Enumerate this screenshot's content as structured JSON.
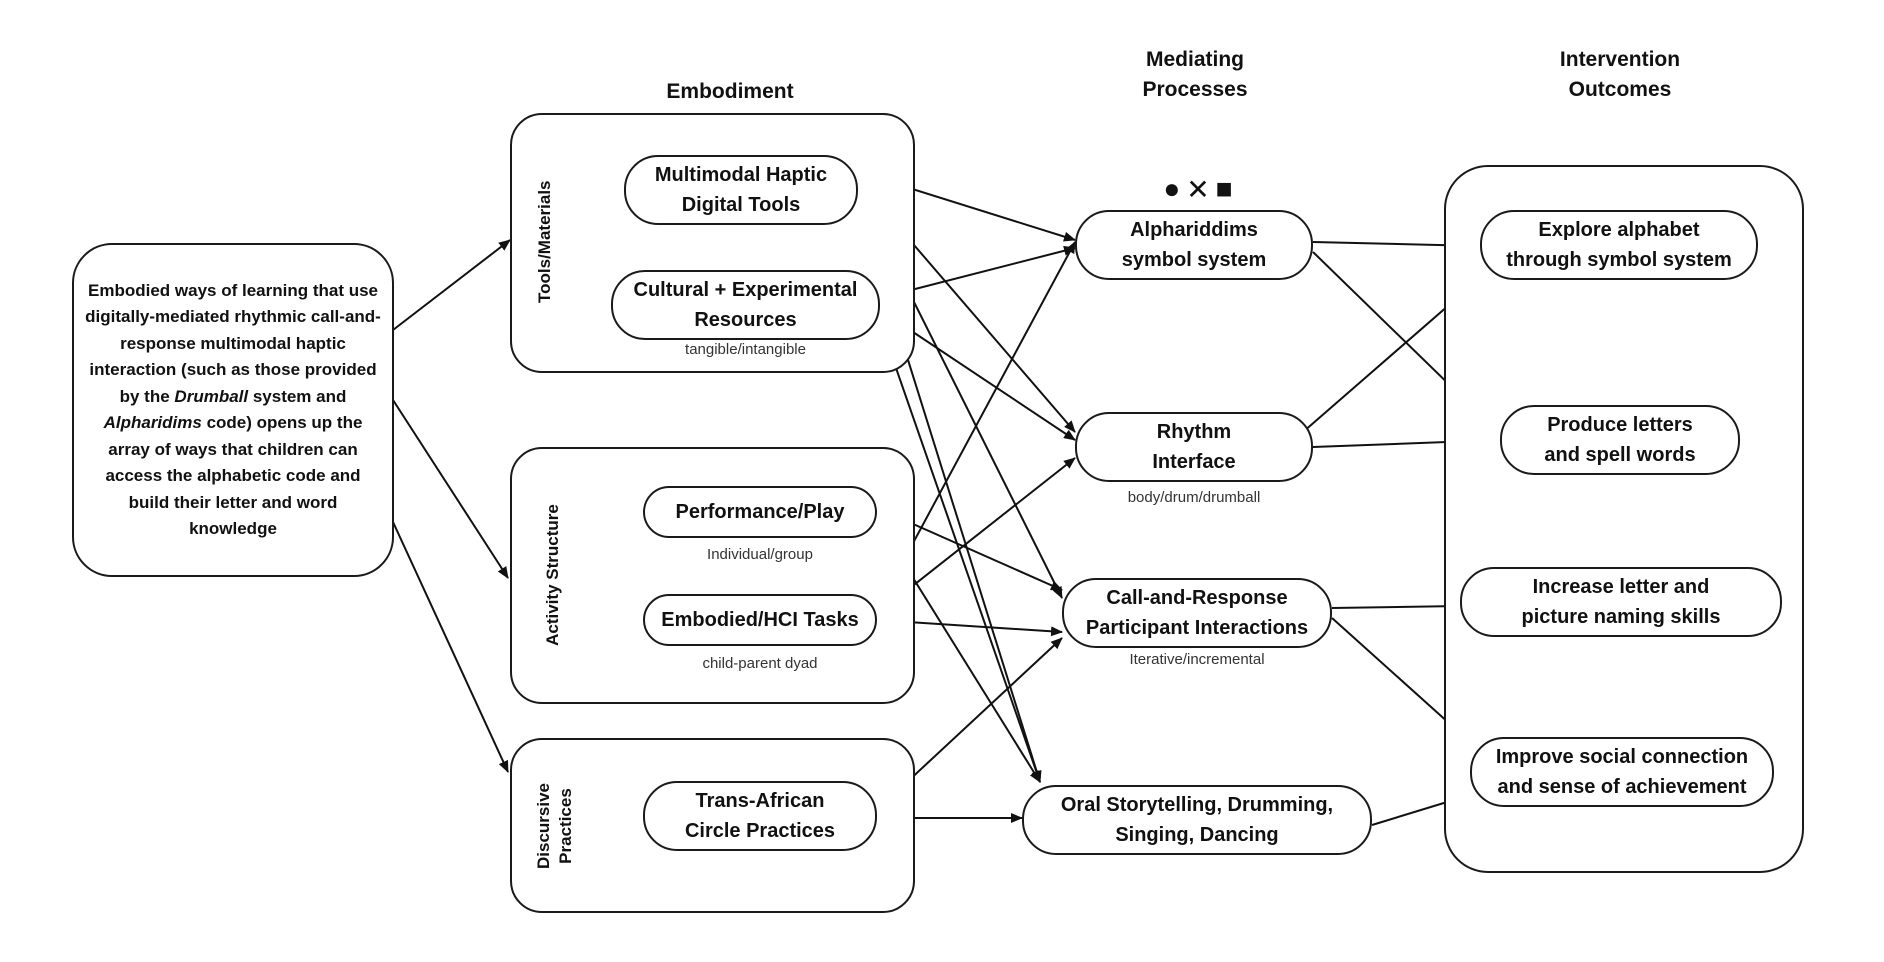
{
  "headers": {
    "embodiment": "Embodiment",
    "mediating_1": "Mediating",
    "mediating_2": "Processes",
    "outcomes_1": "Intervention",
    "outcomes_2": "Outcomes"
  },
  "intro": {
    "part1": "Embodied ways of learning that use digitally-mediated rhythmic call-and-response multimodal haptic interaction (such as those provided by the ",
    "drumball": "Drumball",
    "part2": " system and ",
    "alpharidims": "Alpharidims",
    "part3": " code) opens up the array of ways that children can access the alphabetic code and build their letter and word knowledge"
  },
  "groups": {
    "tools": "Tools/Materials",
    "activity": "Activity Structure",
    "discursive_1": "Discursive",
    "discursive_2": "Practices"
  },
  "nodes": {
    "haptic": [
      "Multimodal Haptic",
      "Digital Tools"
    ],
    "cultural": [
      "Cultural + Experimental",
      "Resources"
    ],
    "performance": [
      "Performance/Play"
    ],
    "embodied": [
      "Embodied/HCI Tasks"
    ],
    "transafrican": [
      "Trans-African",
      "Circle Practices"
    ],
    "alphariddims": [
      "Alphariddims",
      "symbol system"
    ],
    "rhythm": [
      "Rhythm",
      "Interface"
    ],
    "callresp": [
      "Call-and-Response",
      "Participant Interactions"
    ],
    "oral": [
      "Oral Storytelling, Drumming,",
      "Singing, Dancing"
    ],
    "explore": [
      "Explore alphabet",
      "through symbol system"
    ],
    "produce": [
      "Produce letters",
      "and spell words"
    ],
    "increase": [
      "Increase letter and",
      "picture naming skills"
    ],
    "improve": [
      "Improve social connection",
      "and sense of achievement"
    ]
  },
  "sublabels": {
    "cultural": "tangible/intangible",
    "performance": "Individual/group",
    "embodied": "child-parent dyad",
    "rhythm": "body/drum/drumball",
    "callresp": "Iterative/incremental"
  },
  "symbols": {
    "circle": "●",
    "cross": "✕",
    "square": "■"
  }
}
